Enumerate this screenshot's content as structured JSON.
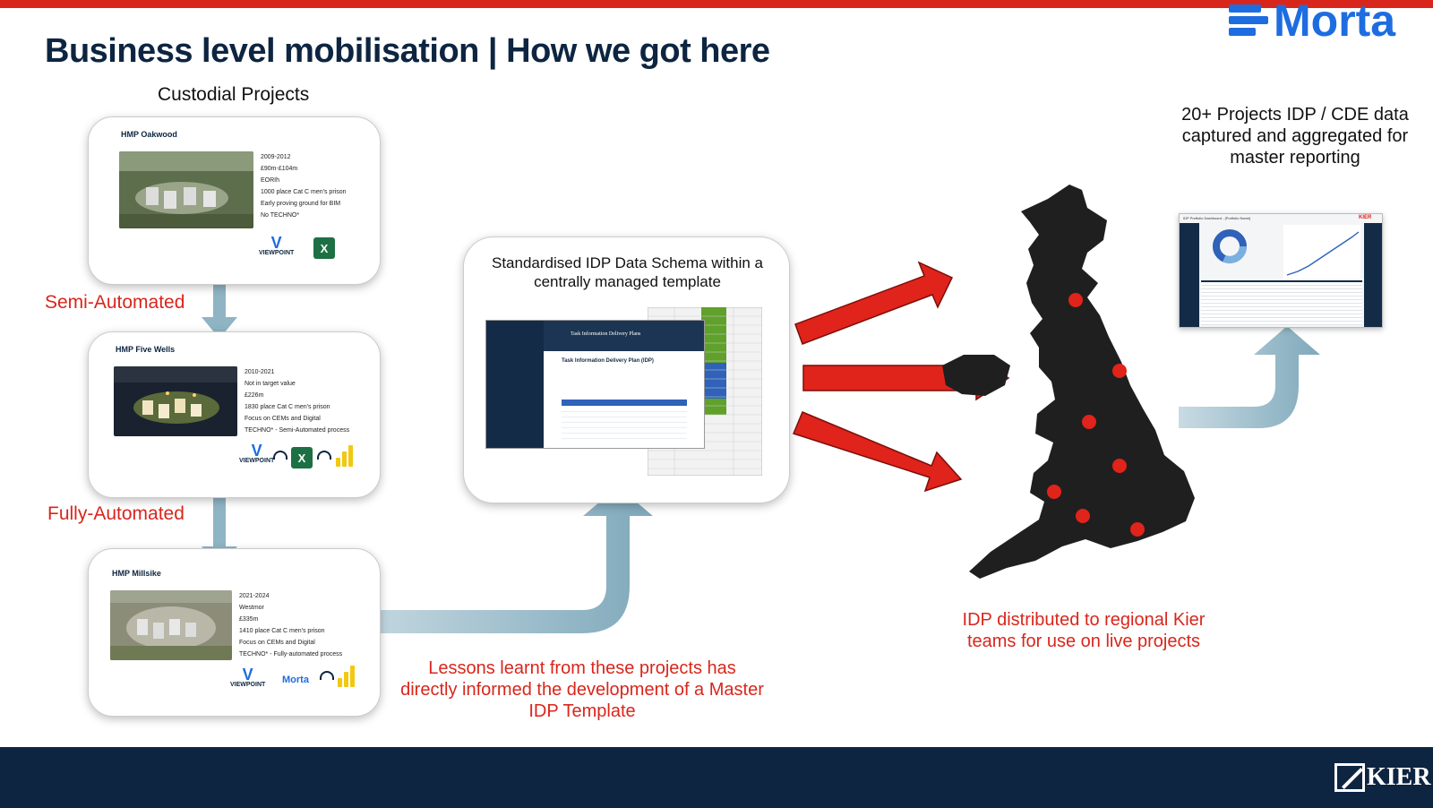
{
  "title": "Business level mobilisation | How we got here",
  "logos": {
    "morta": "Morta",
    "kier": "KIER",
    "viewpoint": "VIEWPOINT",
    "excel": "X"
  },
  "custodial_label": "Custodial Projects",
  "projects": [
    {
      "name": "HMP Oakwood",
      "facts": [
        "2009-2012",
        "£90m-£104m",
        "EORIh",
        "1000 place Cat C men's prison",
        "Early proving ground for BIM",
        "No TECHNO*"
      ]
    },
    {
      "name": "HMP Five Wells",
      "facts": [
        "2010-2021",
        "Not in target value",
        "£226m",
        "1830 place Cat C men's prison",
        "Focus on CEMs and Digital",
        "TECHNO* - Semi-Automated process"
      ]
    },
    {
      "name": "HMP Millsike",
      "facts": [
        "2021-2024",
        "Westmor",
        "£335m",
        "1410 place Cat C men's prison",
        "Focus on CEMs and Digital",
        "TECHNO* - Fully-automated process"
      ]
    }
  ],
  "stages": {
    "semi": "Semi-Automated",
    "fully": "Fully-Automated"
  },
  "schema_text": "Standardised IDP Data Schema within a centrally managed template",
  "template_window": {
    "banner": "Task Information Delivery Plans",
    "heading": "Task Information Delivery Plan (IDP)"
  },
  "lessons_text": "Lessons learnt from these projects has directly informed the development of a Master IDP Template",
  "distributed_text": "IDP distributed to regional Kier teams for use on live projects",
  "captured_text": "20+ Projects IDP / CDE data captured and aggregated for master reporting",
  "dashboard": {
    "header": "IDP Portfolio Dashboard - [Portfolio Name]",
    "brand": "KIER"
  },
  "colors": {
    "brand_navy": "#0d2541",
    "accent_red": "#d9261c",
    "morta_blue": "#1e6de0",
    "flow_arrow": "#8fb4c4"
  },
  "map_markers_count": 7
}
